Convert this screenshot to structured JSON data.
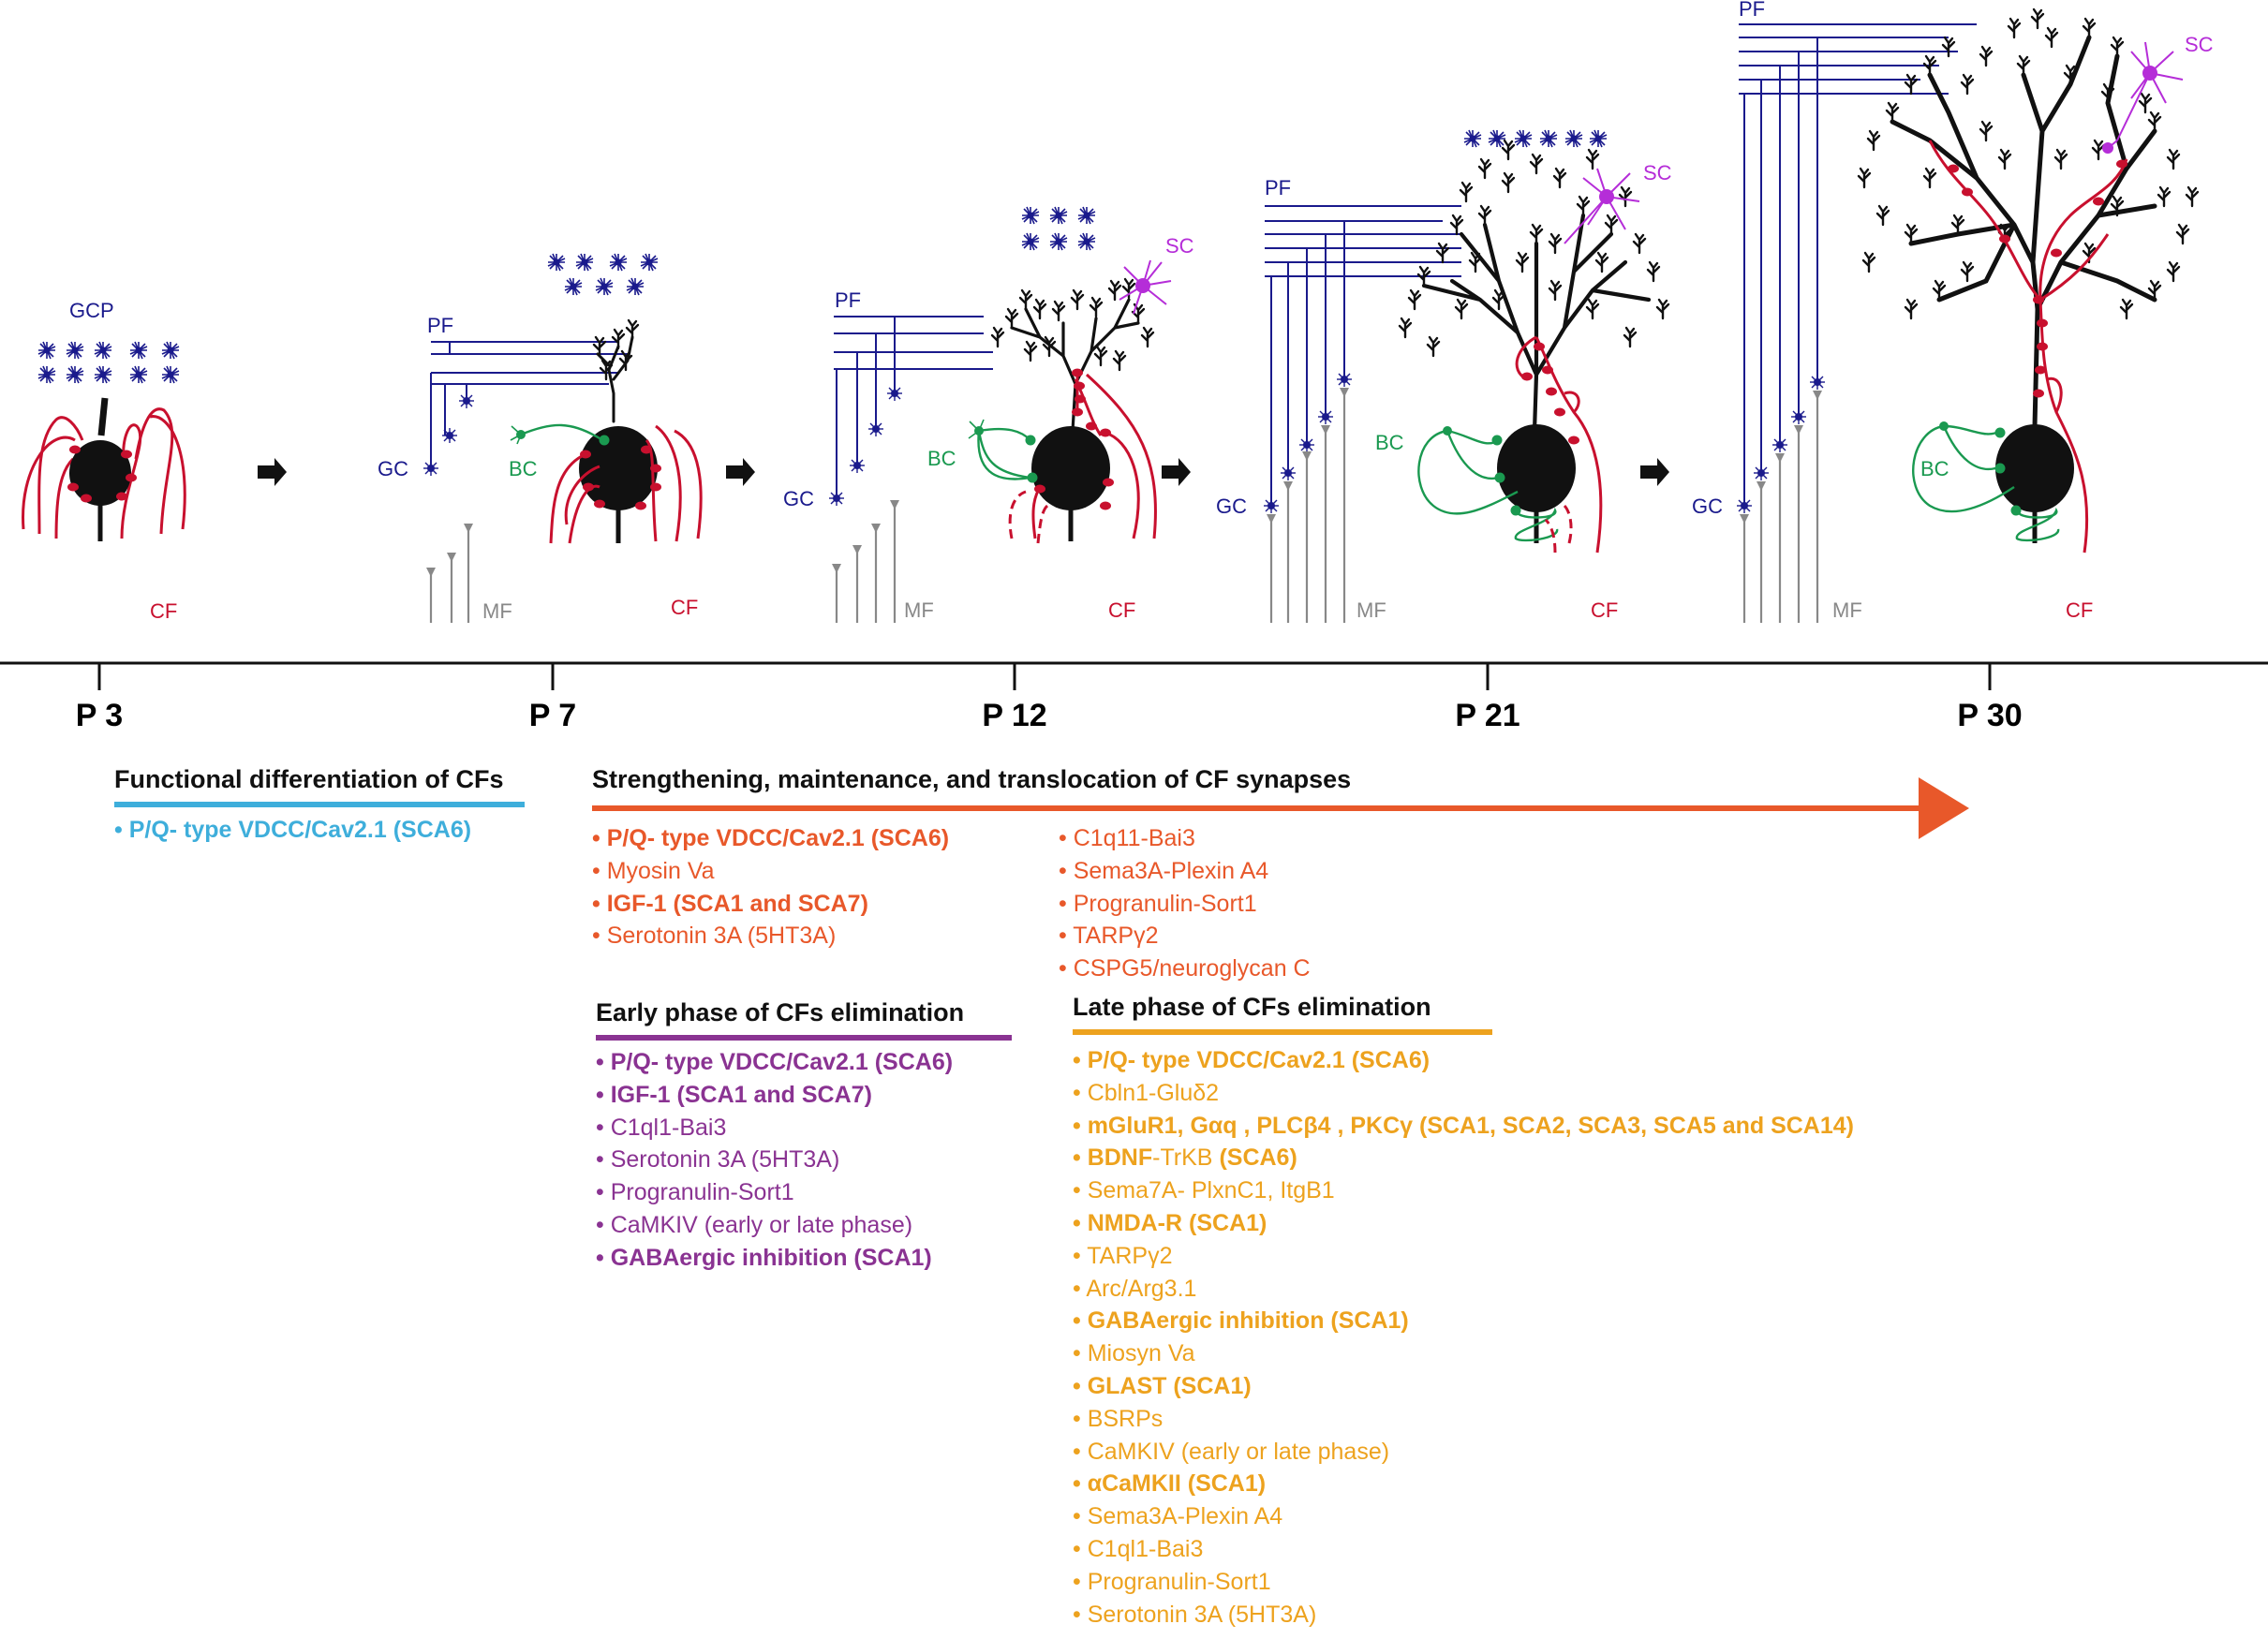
{
  "timeline": {
    "ticks": [
      "P 3",
      "P 7",
      "P 12",
      "P 21",
      "P 30"
    ]
  },
  "stage_labels": {
    "p3": {
      "gcp": "GCP",
      "cf": "CF"
    },
    "p7": {
      "pf": "PF",
      "gc": "GC",
      "bc": "BC",
      "mf": "MF",
      "cf": "CF"
    },
    "p12": {
      "pf": "PF",
      "gc": "GC",
      "bc": "BC",
      "sc": "SC",
      "mf": "MF",
      "cf": "CF"
    },
    "p21": {
      "pf": "PF",
      "gc": "GC",
      "bc": "BC",
      "sc": "SC",
      "mf": "MF",
      "cf": "CF"
    },
    "p30": {
      "pf": "PF",
      "gc": "GC",
      "bc": "BC",
      "sc": "SC",
      "mf": "MF",
      "cf": "CF"
    }
  },
  "colors": {
    "functional": "#3eaedb",
    "strengthening": "#e8582a",
    "early": "#8a3392",
    "late": "#eda21e",
    "cf_red": "#c8102e",
    "granule_blue": "#1a1a8c",
    "basket_green": "#1a9950",
    "stellate_purple": "#b52dd8",
    "mossy_grey": "#888888"
  },
  "sections": {
    "functional": {
      "title": "Functional differentiation of CFs",
      "items": [
        {
          "parts": [
            {
              "t": "• P/Q- type VDCC/Cav2.1 (SCA6)",
              "b": true
            }
          ]
        }
      ]
    },
    "strengthening": {
      "title": "Strengthening, maintenance, and translocation of CF synapses",
      "items_left": [
        {
          "parts": [
            {
              "t": "• P/Q- type VDCC/Cav2.1 (SCA6)",
              "b": true
            }
          ]
        },
        {
          "parts": [
            {
              "t": "• Myosin Va",
              "b": false
            }
          ]
        },
        {
          "parts": [
            {
              "t": "• IGF-1 (SCA1 and SCA7)",
              "b": true
            }
          ]
        },
        {
          "parts": [
            {
              "t": "• Serotonin 3A (5HT3A)",
              "b": false
            }
          ]
        }
      ],
      "items_right": [
        {
          "parts": [
            {
              "t": "• C1q11-Bai3",
              "b": false
            }
          ]
        },
        {
          "parts": [
            {
              "t": "• Sema3A-Plexin A4",
              "b": false
            }
          ]
        },
        {
          "parts": [
            {
              "t": "• Progranulin-Sort1",
              "b": false
            }
          ]
        },
        {
          "parts": [
            {
              "t": "• TARPγ2",
              "b": false
            }
          ]
        },
        {
          "parts": [
            {
              "t": "• CSPG5/neuroglycan C",
              "b": false
            }
          ]
        }
      ]
    },
    "early": {
      "title": "Early phase of CFs elimination",
      "items": [
        {
          "parts": [
            {
              "t": "• P/Q- type VDCC/Cav2.1 (SCA6)",
              "b": true
            }
          ]
        },
        {
          "parts": [
            {
              "t": "• IGF-1 (SCA1 and SCA7)",
              "b": true
            }
          ]
        },
        {
          "parts": [
            {
              "t": "• C1ql1-Bai3",
              "b": false
            }
          ]
        },
        {
          "parts": [
            {
              "t": "• Serotonin 3A (5HT3A)",
              "b": false
            }
          ]
        },
        {
          "parts": [
            {
              "t": "• Progranulin-Sort1",
              "b": false
            }
          ]
        },
        {
          "parts": [
            {
              "t": "• CaMKIV (early or late phase)",
              "b": false
            }
          ]
        },
        {
          "parts": [
            {
              "t": "• GABAergic inhibition (SCA1)",
              "b": true
            }
          ]
        }
      ]
    },
    "late": {
      "title": "Late phase of CFs elimination",
      "items": [
        {
          "parts": [
            {
              "t": "• P/Q- type VDCC/Cav2.1 (SCA6)",
              "b": true
            }
          ]
        },
        {
          "parts": [
            {
              "t": "• Cbln1-Gluδ2",
              "b": false
            }
          ]
        },
        {
          "parts": [
            {
              "t": "• mGluR1, Gαq , PLCβ4 , PKCγ (SCA1, SCA2, SCA3, SCA5 and SCA14)",
              "b": true
            }
          ]
        },
        {
          "parts": [
            {
              "t": "• BDNF",
              "b": true
            },
            {
              "t": "-TrKB ",
              "b": false
            },
            {
              "t": "(SCA6)",
              "b": true
            }
          ]
        },
        {
          "parts": [
            {
              "t": "• Sema7A- PlxnC1, ItgB1",
              "b": false
            }
          ]
        },
        {
          "parts": [
            {
              "t": "• NMDA-R (SCA1)",
              "b": true
            }
          ]
        },
        {
          "parts": [
            {
              "t": "• TARPγ2",
              "b": false
            }
          ]
        },
        {
          "parts": [
            {
              "t": "•  Arc/Arg3.1",
              "b": false
            }
          ]
        },
        {
          "parts": [
            {
              "t": "• GABAergic inhibition (SCA1)",
              "b": true
            }
          ]
        },
        {
          "parts": [
            {
              "t": "• Miosyn Va",
              "b": false
            }
          ]
        },
        {
          "parts": [
            {
              "t": "• GLAST (SCA1)",
              "b": true
            }
          ]
        },
        {
          "parts": [
            {
              "t": "• BSRPs",
              "b": false
            }
          ]
        },
        {
          "parts": [
            {
              "t": "• CaMKIV (early or late phase)",
              "b": false
            }
          ]
        },
        {
          "parts": [
            {
              "t": "• αCaMKII (SCA1)",
              "b": true
            }
          ]
        },
        {
          "parts": [
            {
              "t": "• Sema3A-Plexin A4",
              "b": false
            }
          ]
        },
        {
          "parts": [
            {
              "t": "• C1ql1-Bai3",
              "b": false
            }
          ]
        },
        {
          "parts": [
            {
              "t": "• Progranulin-Sort1",
              "b": false
            }
          ]
        },
        {
          "parts": [
            {
              "t": "• Serotonin 3A (5HT3A)",
              "b": false
            }
          ]
        }
      ]
    }
  }
}
